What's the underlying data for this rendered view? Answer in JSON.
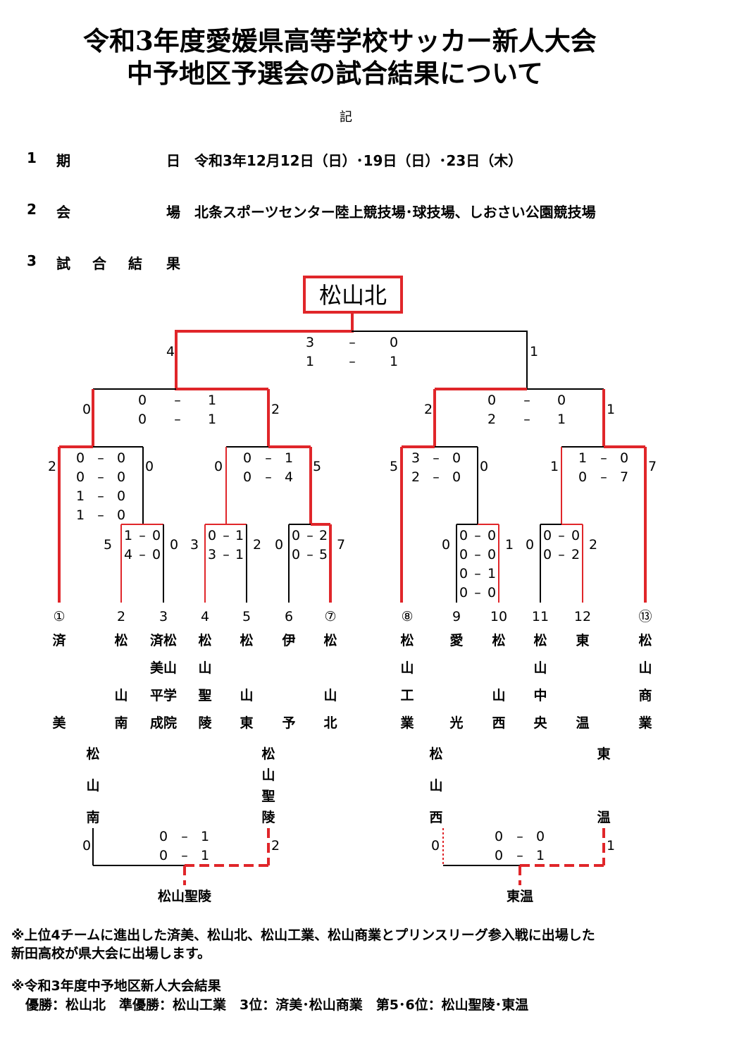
{
  "header": {
    "title_line1": "令和3年度愛媛県高等学校サッカー新人大会",
    "title_line2": "中予地区予選会の試合結果について",
    "ki": "記"
  },
  "items": [
    {
      "num": "1",
      "label_a": "期",
      "label_b": "日",
      "value": "令和3年12月12日（日）･19日（日）･23日（木）"
    },
    {
      "num": "2",
      "label_a": "会",
      "label_b": "場",
      "value": "北条スポーツセンター陸上競技場･球技場、しおさい公園競技場"
    },
    {
      "num": "3",
      "label_chars": [
        "試",
        "合",
        "結",
        "果"
      ]
    }
  ],
  "bracket": {
    "champion": "松山北",
    "final": {
      "left_total": "4",
      "right_total": "1",
      "half1": [
        "3",
        "–",
        "0"
      ],
      "half2": [
        "1",
        "–",
        "1"
      ]
    },
    "semi_left": {
      "left_total": "0",
      "right_total": "2",
      "half1": [
        "0",
        "–",
        "1"
      ],
      "half2": [
        "0",
        "–",
        "1"
      ]
    },
    "semi_right": {
      "left_total": "2",
      "right_total": "1",
      "half1": [
        "0",
        "–",
        "0"
      ],
      "half2": [
        "2",
        "–",
        "1"
      ]
    },
    "qf1": {
      "left_total": "2",
      "right_total": "0",
      "rows": [
        [
          "0",
          "–",
          "0"
        ],
        [
          "0",
          "–",
          "0"
        ],
        [
          "1",
          "–",
          "0"
        ],
        [
          "1",
          "–",
          "0"
        ]
      ]
    },
    "qf2": {
      "left_total": "0",
      "right_total": "5",
      "rows": [
        [
          "0",
          "–",
          "1"
        ],
        [
          "0",
          "–",
          "4"
        ]
      ]
    },
    "qf3": {
      "left_total": "5",
      "right_total": "0",
      "rows": [
        [
          "3",
          "–",
          "0"
        ],
        [
          "2",
          "–",
          "0"
        ]
      ]
    },
    "qf4": {
      "left_total": "1",
      "right_total": "7",
      "rows": [
        [
          "1",
          "–",
          "0"
        ],
        [
          "0",
          "–",
          "7"
        ]
      ]
    },
    "r1_a": {
      "left_total": "5",
      "right_total": "0",
      "rows": [
        [
          "1",
          "–",
          "0"
        ],
        [
          "4",
          "–",
          "0"
        ]
      ]
    },
    "r1_b": {
      "left_total": "3",
      "right_total": "2",
      "rows": [
        [
          "0",
          "–",
          "1"
        ],
        [
          "3",
          "–",
          "1"
        ]
      ]
    },
    "r1_c": {
      "left_total": "0",
      "right_total": "7",
      "rows": [
        [
          "0",
          "–",
          "2"
        ],
        [
          "0",
          "–",
          "5"
        ]
      ]
    },
    "r1_d": {
      "left_total": "0",
      "right_total": "1",
      "rows": [
        [
          "0",
          "–",
          "0"
        ],
        [
          "0",
          "–",
          "0"
        ],
        [
          "0",
          "–",
          "1"
        ],
        [
          "0",
          "–",
          "0"
        ]
      ]
    },
    "r1_e": {
      "left_total": "0",
      "right_total": "2",
      "rows": [
        [
          "0",
          "–",
          "0"
        ],
        [
          "0",
          "–",
          "2"
        ]
      ]
    },
    "teams": [
      {
        "num": "①",
        "name": [
          "済",
          "",
          "",
          "美"
        ]
      },
      {
        "num": "2",
        "name": [
          "松",
          "",
          "山",
          "南"
        ]
      },
      {
        "num": "3",
        "name": [
          "済松",
          "美山",
          "平学",
          "成院"
        ]
      },
      {
        "num": "4",
        "name": [
          "松",
          "山",
          "聖",
          "陵"
        ]
      },
      {
        "num": "5",
        "name": [
          "松",
          "",
          "山",
          "東"
        ]
      },
      {
        "num": "6",
        "name": [
          "伊",
          "",
          "",
          "予"
        ]
      },
      {
        "num": "⑦",
        "name": [
          "松",
          "",
          "山",
          "北"
        ]
      },
      {
        "num": "⑧",
        "name": [
          "松",
          "山",
          "工",
          "業"
        ]
      },
      {
        "num": "9",
        "name": [
          "愛",
          "",
          "",
          "光"
        ]
      },
      {
        "num": "10",
        "name": [
          "松",
          "",
          "山",
          "西"
        ]
      },
      {
        "num": "11",
        "name": [
          "松",
          "山",
          "中",
          "央"
        ]
      },
      {
        "num": "12",
        "name": [
          "東",
          "",
          "",
          "温"
        ]
      },
      {
        "num": "⑬",
        "name": [
          "松",
          "山",
          "商",
          "業"
        ]
      }
    ],
    "playoff_left": {
      "team_a": [
        "松",
        "山",
        "南"
      ],
      "team_b": [
        "松",
        "山",
        "聖",
        "陵"
      ],
      "left_total": "0",
      "right_total": "2",
      "half1": [
        "0",
        "–",
        "1"
      ],
      "half2": [
        "0",
        "–",
        "1"
      ],
      "winner": "松山聖陵"
    },
    "playoff_right": {
      "team_a": [
        "松",
        "山",
        "西"
      ],
      "team_b": [
        "東",
        "温"
      ],
      "left_total": "0",
      "right_total": "1",
      "half1": [
        "0",
        "–",
        "0"
      ],
      "half2": [
        "0",
        "–",
        "1"
      ],
      "winner": "東温"
    }
  },
  "notes": {
    "line1": "※上位4チームに進出した済美、松山北、松山工業、松山商業とプリンスリーグ参入戦に出場した",
    "line2": "新田高校が県大会に出場します。",
    "line3": "※令和3年度中予地区新人大会結果",
    "line4": "優勝：松山北　準優勝：松山工業　3位：済美･松山商業　第5･6位：松山聖陵･東温"
  },
  "colors": {
    "win_line": "#e0262a",
    "line": "#000000",
    "box": "#e0262a"
  }
}
